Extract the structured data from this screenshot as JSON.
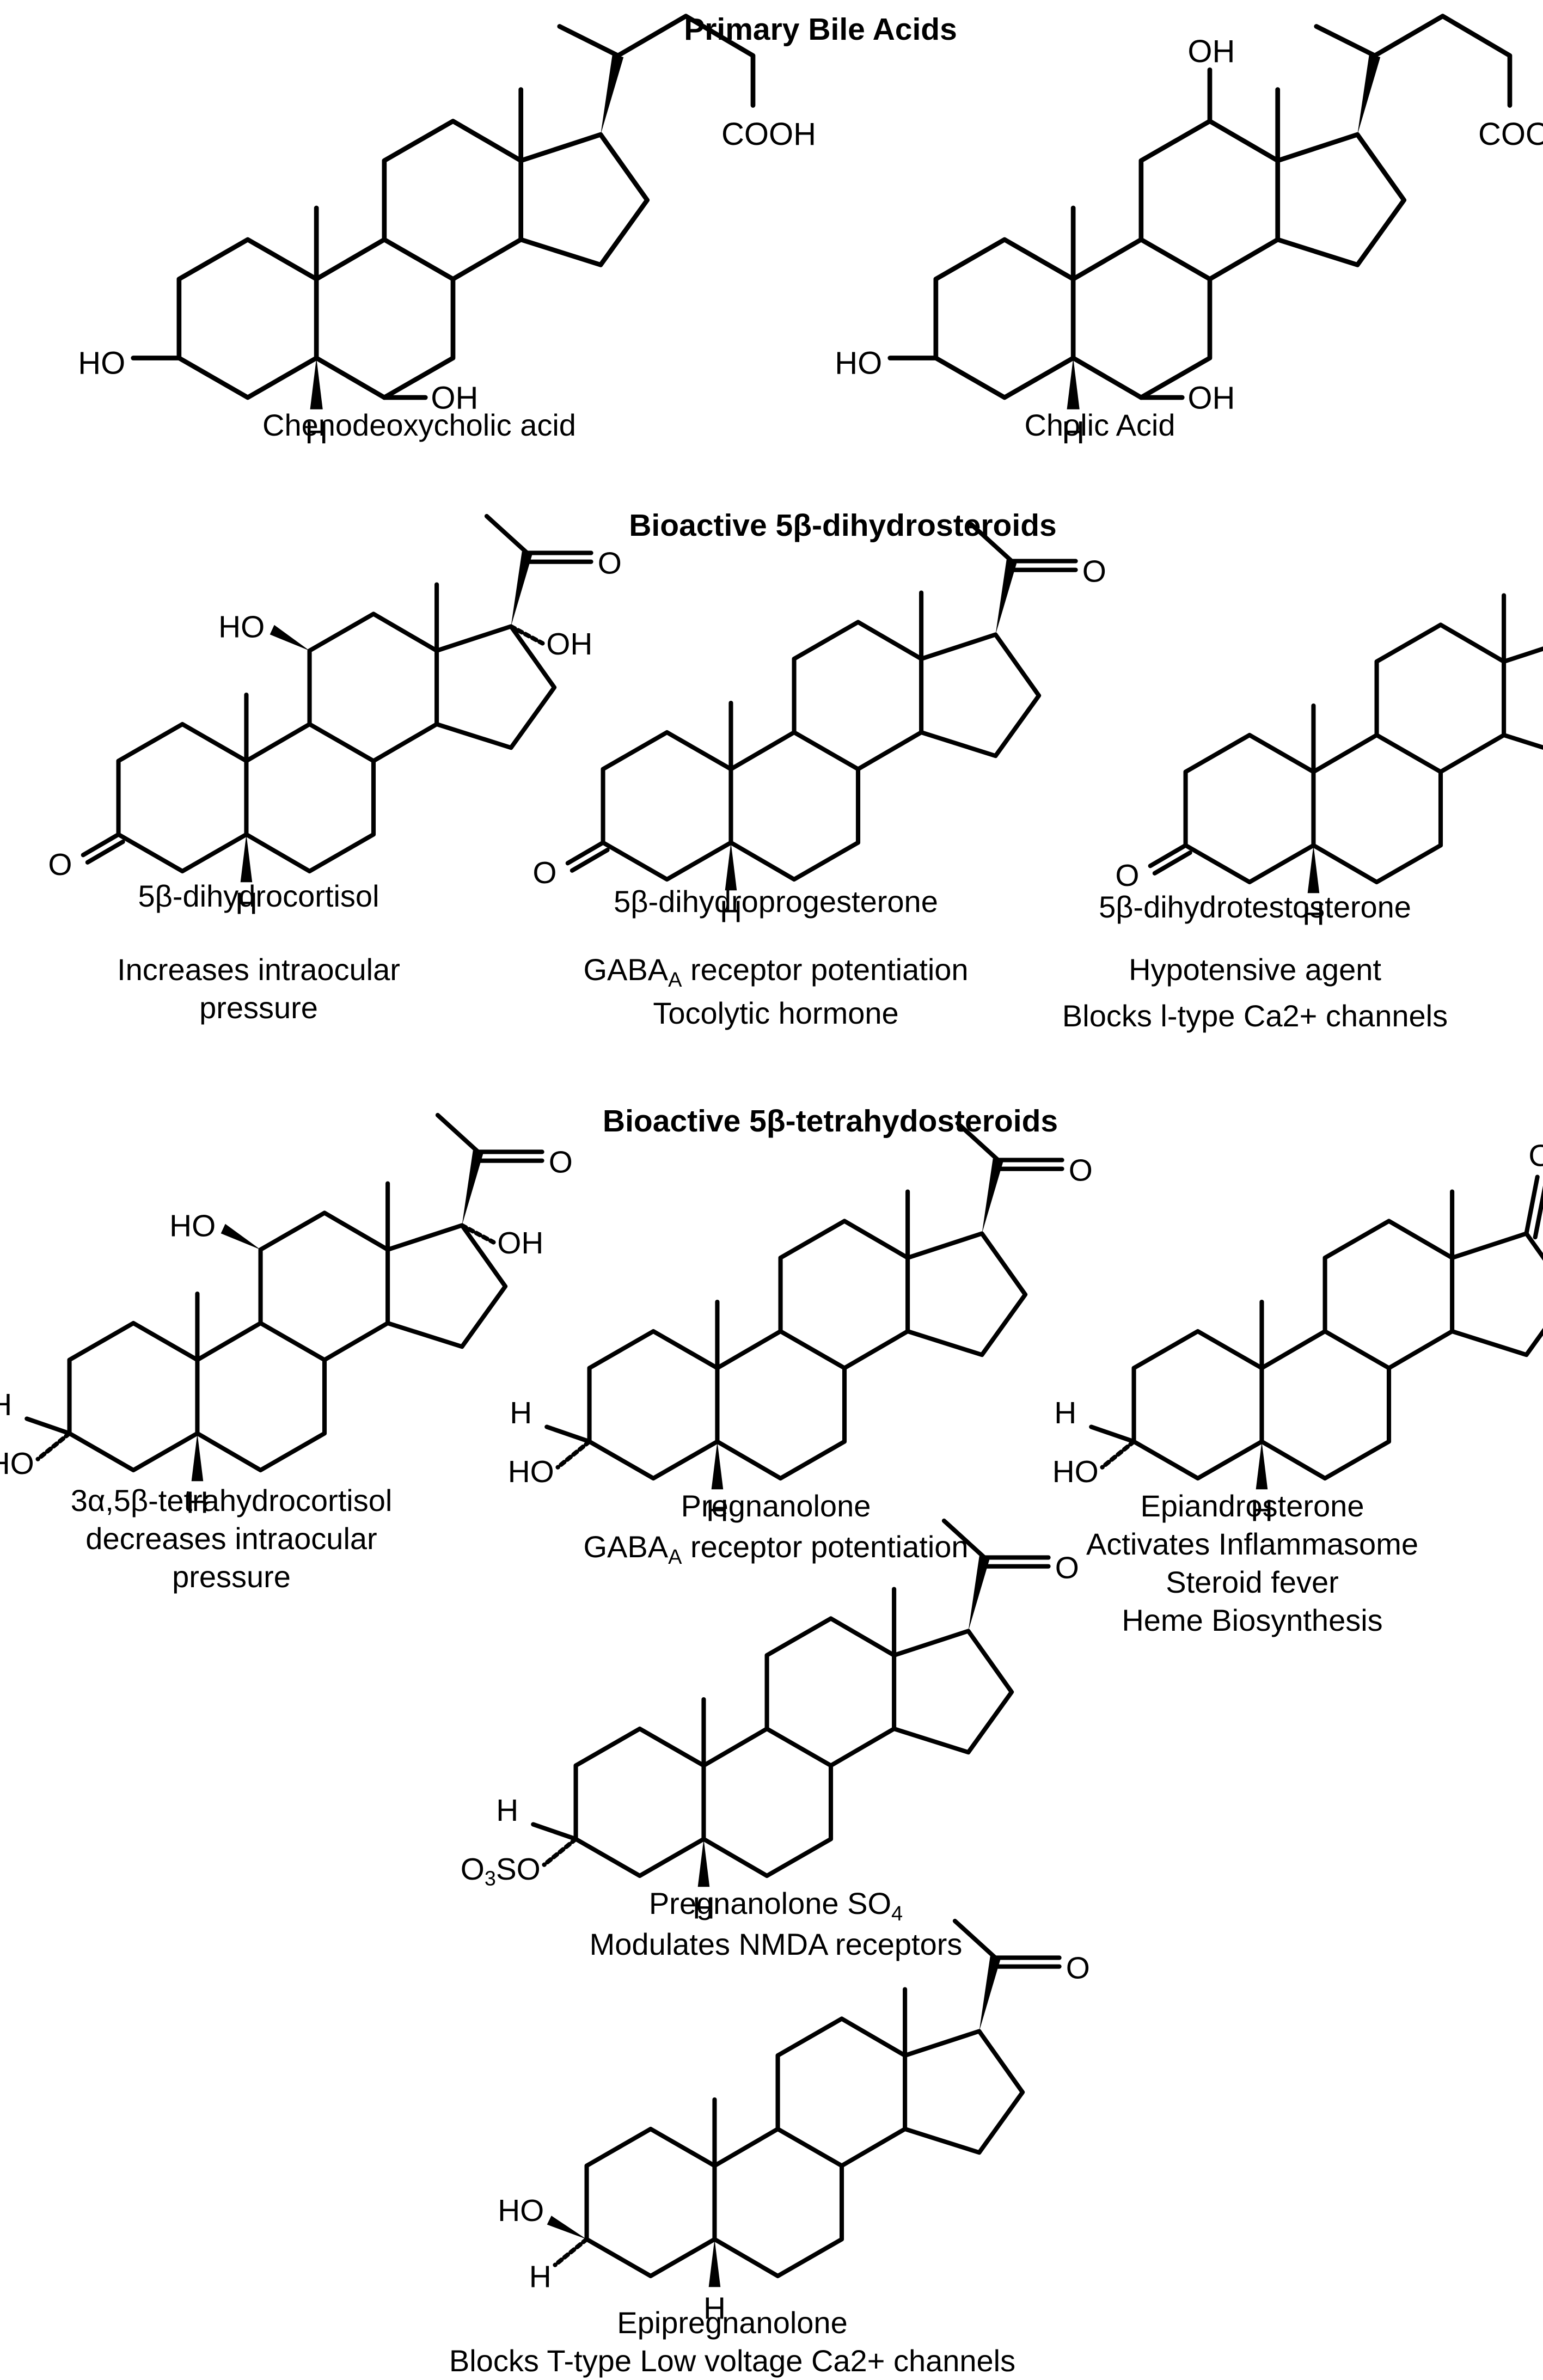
{
  "sections": {
    "primary": "Primary Bile Acids",
    "dihydro": "Bioactive 5β-dihydrosteroids",
    "tetrahydro": "Bioactive 5β-tetrahydosteroids"
  },
  "compounds": {
    "chenodeoxycholic": {
      "name": "Chenodeoxycholic acid"
    },
    "cholic": {
      "name": "Cholic Acid"
    },
    "dihydrocortisol": {
      "name": "5β-dihydrocortisol",
      "line1": "Increases intraocular",
      "line2": "pressure"
    },
    "dihydroprogesterone": {
      "name": "5β-dihydroprogesterone",
      "line1_a": "GABA",
      "line1_sub": "A",
      "line1_b": " receptor potentiation",
      "line2": "Tocolytic hormone"
    },
    "dihydrotestosterone": {
      "name": "5β-dihydrotestosterone",
      "line1": "Hypotensive agent",
      "line2": "Blocks l-type Ca2+ channels"
    },
    "tetrahydrocortisol": {
      "name": "3α,5β-tetrahydrocortisol",
      "line1": "decreases intraocular",
      "line2": "pressure"
    },
    "pregnanolone": {
      "name": "Pregnanolone",
      "line1_a": "GABA",
      "line1_sub": "A",
      "line1_b": " receptor potentiation"
    },
    "epiandrosterone": {
      "name": "Epiandrosterone",
      "line1": "Activates Inflammasome",
      "line2": "Steroid fever",
      "line3": "Heme Biosynthesis"
    },
    "pregnanolone_so4": {
      "name_a": "Pregnanolone SO",
      "name_sub": "4",
      "line1": "Modulates NMDA receptors"
    },
    "epipregnanolone": {
      "name": "Epipregnanolone",
      "line1": "Blocks T-type Low voltage Ca2+ channels"
    }
  },
  "atom_labels": {
    "cooh": "COOH",
    "oh": "OH",
    "ho": "HO",
    "h": "H",
    "o": "O",
    "o3so_a": "O",
    "o3so_sub": "3",
    "o3so_b": "SO"
  }
}
